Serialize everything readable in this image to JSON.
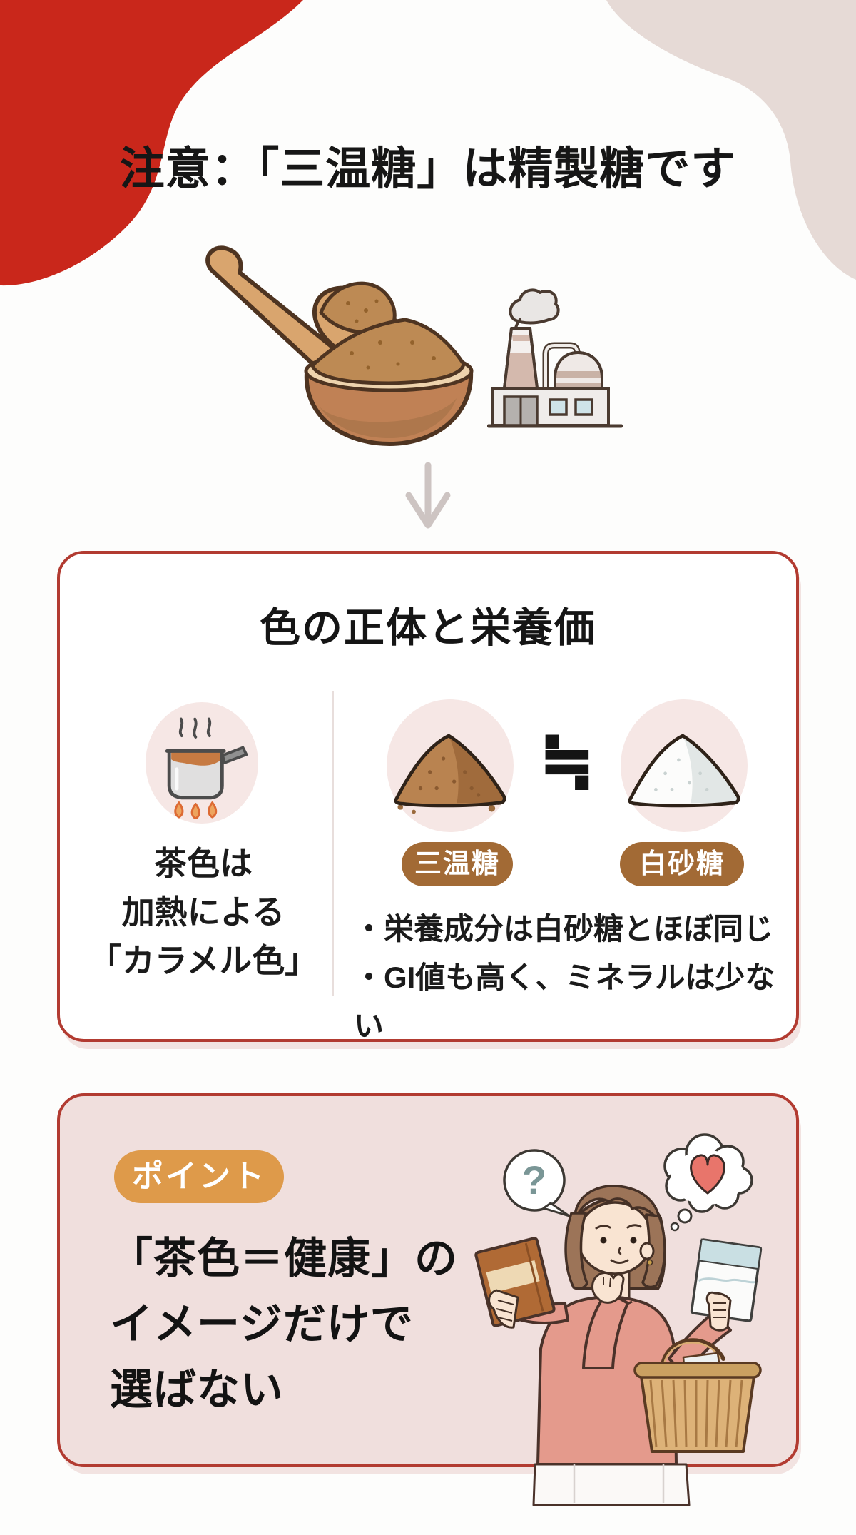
{
  "title": "注意：「三温糖」は精製糖です",
  "hero": {
    "bowl_icon": "brown-sugar-bowl-with-spoon",
    "factory_icon": "factory",
    "arrow_icon": "down-arrow"
  },
  "card1": {
    "heading": "色の正体と栄養価",
    "left": {
      "icon": "saucepan-on-flame",
      "caption_lines": [
        "茶色は",
        "加熱による",
        "「カラメル色」"
      ]
    },
    "right": {
      "brown_sugar_label": "三温糖",
      "white_sugar_label": "白砂糖",
      "relation_symbol": "≒",
      "brown_icon": "brown-sugar-pile",
      "white_icon": "white-sugar-pile",
      "bullets": [
        "・栄養成分は白砂糖とほぼ同じ",
        "・GI値も高く、ミネラルは少ない"
      ]
    }
  },
  "card2": {
    "badge": "ポイント",
    "lines": [
      "「茶色＝健康」の",
      "イメージだけで",
      "選ばない"
    ],
    "illustration": {
      "name": "woman-comparing-sugar-packages",
      "question_mark": "?",
      "thought_icons": [
        "question-bubble",
        "heart-bubble"
      ]
    }
  },
  "colors": {
    "accent_red": "#c9271b",
    "soft_pink_blob": "#e6dad6",
    "card_border_red": "#b23b31",
    "card2_bg": "#f0dfdd",
    "badge_brown": "#a26a35",
    "badge_orange": "#de9a4a",
    "sugar_brown": "#b98350",
    "flame_orange": "#e2793f",
    "heart_red": "#e8756b"
  }
}
